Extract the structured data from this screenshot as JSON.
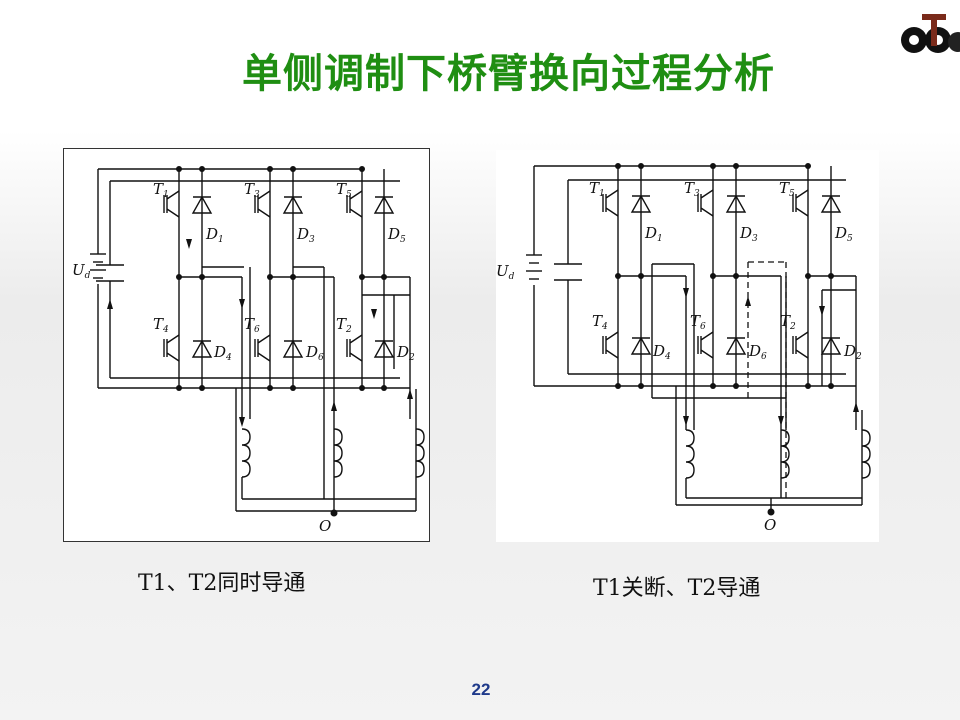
{
  "title": "单侧调制下桥臂换向过程分析",
  "captions": {
    "left": "T1、T2同时导通",
    "right": "T1关断、T2导通"
  },
  "page_number": "22",
  "labels": {
    "ud": "U",
    "ud_sub": "d",
    "neutral": "O",
    "t1": "T",
    "t1_sub": "1",
    "t3": "T",
    "t3_sub": "3",
    "t5": "T",
    "t5_sub": "5",
    "t4": "T",
    "t4_sub": "4",
    "t6": "T",
    "t6_sub": "6",
    "t2": "T",
    "t2_sub": "2",
    "d1": "D",
    "d1_sub": "1",
    "d3": "D",
    "d3_sub": "3",
    "d5": "D",
    "d5_sub": "5",
    "d4": "D",
    "d4_sub": "4",
    "d6": "D",
    "d6_sub": "6",
    "d2": "D",
    "d2_sub": "2"
  },
  "colors": {
    "title": "#1f8e12",
    "page_number": "#1f3a8a"
  }
}
